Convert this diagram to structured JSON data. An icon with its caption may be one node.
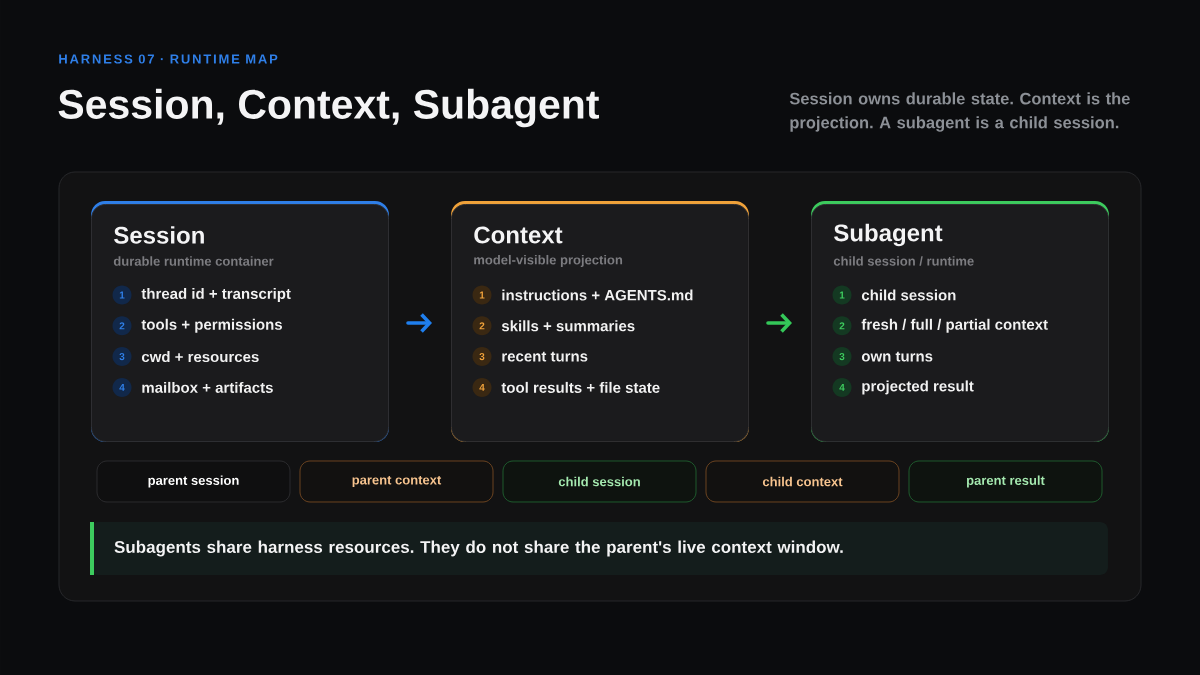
{
  "diagram": {
    "title": "Session, Context, Subagent",
    "nodes": [
      {
        "text": [
          "Session",
          "durable runtime container"
        ]
      },
      {
        "text": [
          "1"
        ],
        "in": 0,
        "beside": [
          "thread id + transcript"
        ]
      },
      {
        "text": [
          "2"
        ],
        "in": 0,
        "beside": [
          "tools + permissions"
        ]
      },
      {
        "text": [
          "3"
        ],
        "in": 0,
        "beside": [
          "cwd + resources"
        ]
      },
      {
        "text": [
          "4"
        ],
        "in": 0,
        "beside": [
          "mailbox + artifacts"
        ]
      },
      {
        "text": [
          "Context",
          "model-visible projection"
        ]
      },
      {
        "text": [
          "1"
        ],
        "in": 5,
        "beside": [
          "instructions + AGENTS.md"
        ]
      },
      {
        "text": [
          "2"
        ],
        "in": 5,
        "beside": [
          "skills + summaries"
        ]
      },
      {
        "text": [
          "3"
        ],
        "in": 5,
        "beside": [
          "recent turns"
        ]
      },
      {
        "text": [
          "4"
        ],
        "in": 5,
        "beside": [
          "tool results + file state"
        ]
      },
      {
        "text": [
          "Subagent",
          "child session / runtime"
        ]
      },
      {
        "text": [
          "1"
        ],
        "in": 10,
        "beside": [
          "child session"
        ]
      },
      {
        "text": [
          "2"
        ],
        "in": 10,
        "beside": [
          "fresh / full / partial context"
        ]
      },
      {
        "text": [
          "3"
        ],
        "in": 10,
        "beside": [
          "own turns"
        ]
      },
      {
        "text": [
          "4"
        ],
        "in": 10,
        "beside": [
          "projected result"
        ]
      },
      {
        "text": [
          "parent session"
        ]
      },
      {
        "text": [
          "parent context"
        ]
      },
      {
        "text": [
          "child session"
        ]
      },
      {
        "text": [
          "child context"
        ]
      },
      {
        "text": [
          "parent result"
        ]
      },
      {
        "text": [
          "Subagents share harness resources. They do not share the parent's live context window."
        ]
      }
    ],
    "edges": [
      {
        "from": 0,
        "to": 5,
        "arrow": "to",
        "color": "#1f7fee"
      },
      {
        "from": 5,
        "to": 10,
        "arrow": "to",
        "color": "#34c759"
      }
    ],
    "labels": [
      "HARNESS 07 · RUNTIME MAP",
      "Session owns durable state. Context is the projection. A subagent is a child session."
    ]
  }
}
